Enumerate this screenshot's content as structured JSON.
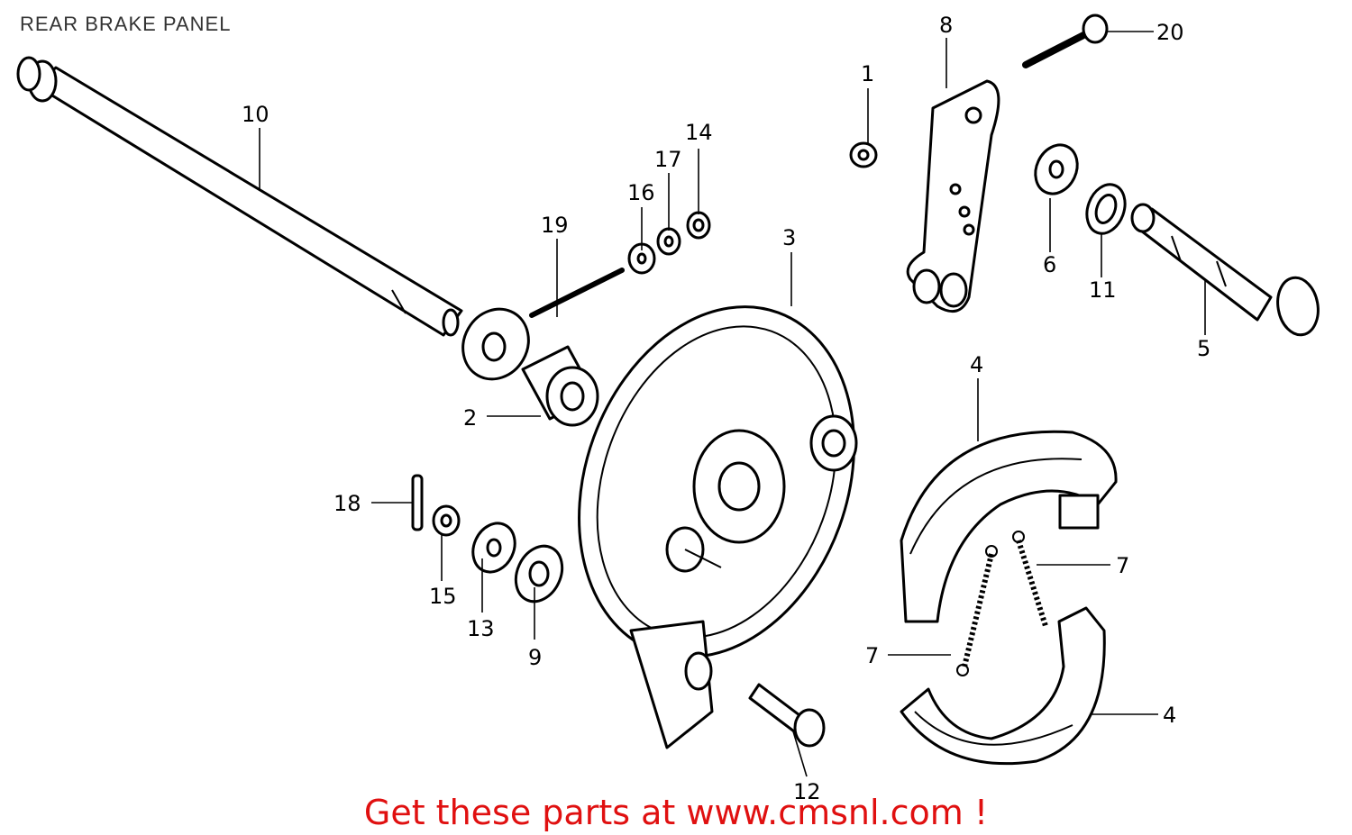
{
  "header": {
    "title": "REAR BRAKE PANEL"
  },
  "callouts": [
    {
      "id": "1",
      "label": "1"
    },
    {
      "id": "2",
      "label": "2"
    },
    {
      "id": "3",
      "label": "3"
    },
    {
      "id": "4a",
      "label": "4"
    },
    {
      "id": "4b",
      "label": "4"
    },
    {
      "id": "5",
      "label": "5"
    },
    {
      "id": "6",
      "label": "6"
    },
    {
      "id": "7a",
      "label": "7"
    },
    {
      "id": "7b",
      "label": "7"
    },
    {
      "id": "8",
      "label": "8"
    },
    {
      "id": "9",
      "label": "9"
    },
    {
      "id": "10",
      "label": "10"
    },
    {
      "id": "11",
      "label": "11"
    },
    {
      "id": "12",
      "label": "12"
    },
    {
      "id": "13",
      "label": "13"
    },
    {
      "id": "14",
      "label": "14"
    },
    {
      "id": "15",
      "label": "15"
    },
    {
      "id": "16",
      "label": "16"
    },
    {
      "id": "17",
      "label": "17"
    },
    {
      "id": "18",
      "label": "18"
    },
    {
      "id": "19",
      "label": "19"
    },
    {
      "id": "20",
      "label": "20"
    }
  ],
  "footer": {
    "cta": "Get these parts at www.cmsnl.com !",
    "cta_color": "#e01010"
  }
}
